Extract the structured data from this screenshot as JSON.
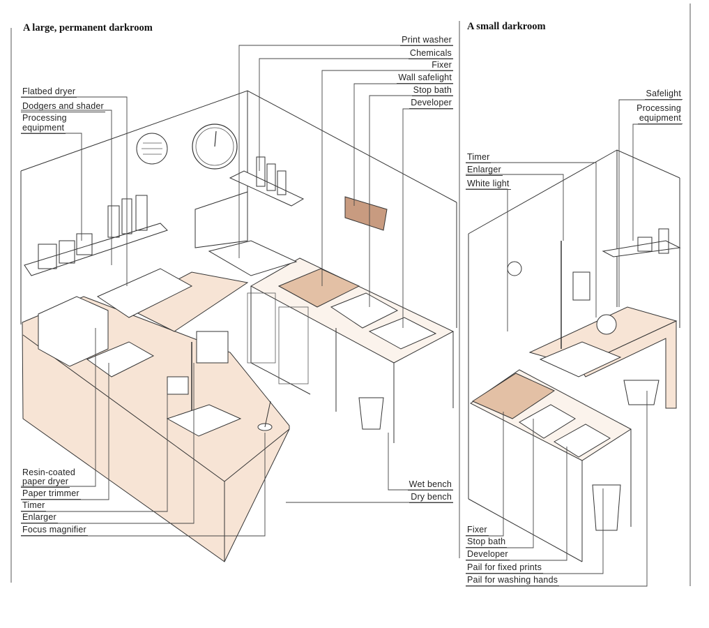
{
  "left_panel": {
    "title": "A large, permanent darkroom",
    "labels": {
      "print_washer": "Print washer",
      "chemicals": "Chemicals",
      "fixer": "Fixer",
      "wall_safelight": "Wall safelight",
      "stop_bath": "Stop bath",
      "developer": "Developer",
      "flatbed_dryer": "Flatbed dryer",
      "dodgers_and_shader": "Dodgers and shader",
      "processing_equipment_line1": "Processing",
      "processing_equipment_line2": "equipment",
      "resin_coated_line1": "Resin-coated",
      "resin_coated_line2": "paper dryer",
      "paper_trimmer": "Paper trimmer",
      "timer": "Timer",
      "enlarger": "Enlarger",
      "focus_magnifier": "Focus magnifier",
      "wet_bench": "Wet bench",
      "dry_bench": "Dry bench"
    }
  },
  "right_panel": {
    "title": "A small darkroom",
    "labels": {
      "safelight": "Safelight",
      "processing_equipment_line1": "Processing",
      "processing_equipment_line2": "equipment",
      "timer": "Timer",
      "enlarger": "Enlarger",
      "white_light": "White light",
      "fixer": "Fixer",
      "stop_bath": "Stop bath",
      "developer": "Developer",
      "pail_for_fixed_prints": "Pail for fixed prints",
      "pail_for_washing_hands": "Pail for washing hands"
    }
  },
  "colors": {
    "bench_tint": "#f7e4d5",
    "tray_liquid": "#e3c0a5",
    "line": "#333333"
  }
}
